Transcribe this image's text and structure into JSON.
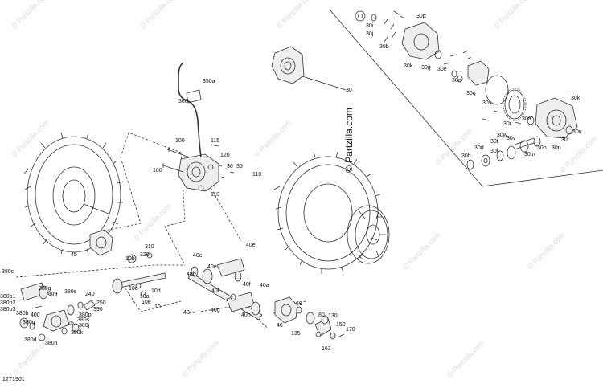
{
  "diagram": {
    "code": "12T1901",
    "watermark": "© Partzilla.com",
    "brand_label": "© Partzilla.com",
    "colors": {
      "line": "#333333",
      "part_fill": "#eeeeee",
      "label": "#111111",
      "watermark": "#d9d9d9"
    },
    "callouts": [
      {
        "id": "c01",
        "text": "30p"
      },
      {
        "id": "c02",
        "text": "30i"
      },
      {
        "id": "c03",
        "text": "30j"
      },
      {
        "id": "c04",
        "text": "30b"
      },
      {
        "id": "c05",
        "text": "30k"
      },
      {
        "id": "c06",
        "text": "30g"
      },
      {
        "id": "c07",
        "text": "30e"
      },
      {
        "id": "c08",
        "text": "30c"
      },
      {
        "id": "c09",
        "text": "30q"
      },
      {
        "id": "c10",
        "text": "30s"
      },
      {
        "id": "c11",
        "text": "30r"
      },
      {
        "id": "c12",
        "text": "30k"
      },
      {
        "id": "c13",
        "text": "30a"
      },
      {
        "id": "c14",
        "text": "30u"
      },
      {
        "id": "c15",
        "text": "30w"
      },
      {
        "id": "c16",
        "text": "30v"
      },
      {
        "id": "c17",
        "text": "30f"
      },
      {
        "id": "c18",
        "text": "30d"
      },
      {
        "id": "c19",
        "text": "30l"
      },
      {
        "id": "c20",
        "text": "30h"
      },
      {
        "id": "c21",
        "text": "30m"
      },
      {
        "id": "c22",
        "text": "30t"
      },
      {
        "id": "c23",
        "text": "30n"
      },
      {
        "id": "c24",
        "text": "30o"
      },
      {
        "id": "c25",
        "text": "30"
      },
      {
        "id": "c26",
        "text": "350a"
      },
      {
        "id": "c27",
        "text": "360"
      },
      {
        "id": "c28",
        "text": "100"
      },
      {
        "id": "c29",
        "text": "115"
      },
      {
        "id": "c30",
        "text": "120"
      },
      {
        "id": "c31",
        "text": "36"
      },
      {
        "id": "c32",
        "text": "35"
      },
      {
        "id": "c33",
        "text": "100"
      },
      {
        "id": "c34",
        "text": "110"
      },
      {
        "id": "c35",
        "text": "110"
      },
      {
        "id": "c36",
        "text": "45"
      },
      {
        "id": "c37",
        "text": "310"
      },
      {
        "id": "c38",
        "text": "320"
      },
      {
        "id": "c39",
        "text": "10b"
      },
      {
        "id": "c40",
        "text": "10c"
      },
      {
        "id": "c41",
        "text": "10a"
      },
      {
        "id": "c42",
        "text": "10d"
      },
      {
        "id": "c43",
        "text": "10e"
      },
      {
        "id": "c44",
        "text": "10"
      },
      {
        "id": "c45",
        "text": "40c"
      },
      {
        "id": "c46",
        "text": "40e"
      },
      {
        "id": "c47",
        "text": "40b"
      },
      {
        "id": "c48",
        "text": "40f"
      },
      {
        "id": "c49",
        "text": "40a"
      },
      {
        "id": "c50",
        "text": "40g"
      },
      {
        "id": "c51",
        "text": "40h"
      },
      {
        "id": "c52",
        "text": "40"
      },
      {
        "id": "c53",
        "text": "40e"
      },
      {
        "id": "c54",
        "text": "40f"
      },
      {
        "id": "c55",
        "text": "380c"
      },
      {
        "id": "c56",
        "text": "380g"
      },
      {
        "id": "c57",
        "text": "380f"
      },
      {
        "id": "c58",
        "text": "380e"
      },
      {
        "id": "c59",
        "text": "380b1"
      },
      {
        "id": "c60",
        "text": "380b2"
      },
      {
        "id": "c61",
        "text": "380b3"
      },
      {
        "id": "c62",
        "text": "380h"
      },
      {
        "id": "c63",
        "text": "380q"
      },
      {
        "id": "c64",
        "text": "380d"
      },
      {
        "id": "c65",
        "text": "380n"
      },
      {
        "id": "c66",
        "text": "380k"
      },
      {
        "id": "c67",
        "text": "380s"
      },
      {
        "id": "c68",
        "text": "380j"
      },
      {
        "id": "c69",
        "text": "380p"
      },
      {
        "id": "c70",
        "text": "390"
      },
      {
        "id": "c71",
        "text": "250"
      },
      {
        "id": "c72",
        "text": "240"
      },
      {
        "id": "c73",
        "text": "25"
      },
      {
        "id": "c74",
        "text": "400"
      },
      {
        "id": "c75",
        "text": "60"
      },
      {
        "id": "c76",
        "text": "46"
      },
      {
        "id": "c77",
        "text": "135"
      },
      {
        "id": "c78",
        "text": "80"
      },
      {
        "id": "c79",
        "text": "130"
      },
      {
        "id": "c80",
        "text": "150"
      },
      {
        "id": "c81",
        "text": "170"
      },
      {
        "id": "c82",
        "text": "163"
      }
    ]
  }
}
